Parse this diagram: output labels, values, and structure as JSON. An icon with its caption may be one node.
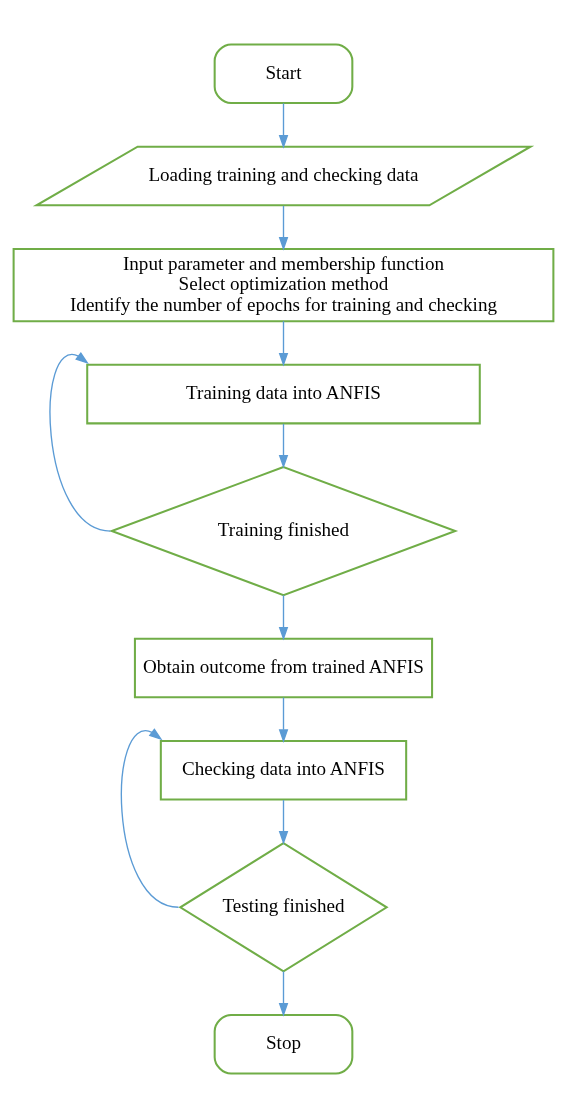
{
  "diagram": {
    "nodes": [
      {
        "text": [
          "Start"
        ]
      },
      {
        "text": [
          "Loading training and checking data"
        ]
      },
      {
        "text": [
          "Input parameter and membership function",
          "Select optimization method",
          "Identify the number of epochs for training and checking"
        ]
      },
      {
        "text": [
          "Training data into ANFIS"
        ]
      },
      {
        "text": [
          "Training finished"
        ]
      },
      {
        "text": [
          "Obtain outcome from trained ANFIS"
        ]
      },
      {
        "text": [
          "Checking data into ANFIS"
        ]
      },
      {
        "text": [
          "Testing finished"
        ]
      },
      {
        "text": [
          "Stop"
        ]
      }
    ],
    "edges": [
      {
        "from": 0,
        "to": 1,
        "arrow": "to"
      },
      {
        "from": 1,
        "to": 2,
        "arrow": "to"
      },
      {
        "from": 2,
        "to": 3,
        "arrow": "to"
      },
      {
        "from": 4,
        "to": 3,
        "arrow": "to"
      },
      {
        "from": 3,
        "to": 4,
        "arrow": "to"
      },
      {
        "from": 4,
        "to": 5,
        "arrow": "to"
      },
      {
        "from": 5,
        "to": 6,
        "arrow": "to"
      },
      {
        "from": 7,
        "to": 6,
        "arrow": "to"
      },
      {
        "from": 6,
        "to": 7,
        "arrow": "to"
      },
      {
        "from": 7,
        "to": 8,
        "arrow": "to"
      }
    ]
  }
}
